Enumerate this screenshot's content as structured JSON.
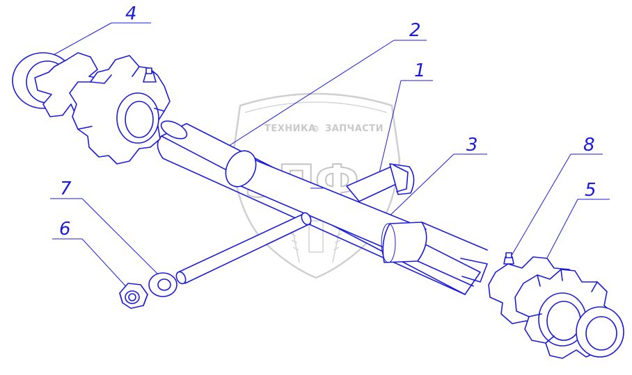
{
  "watermark": {
    "top_text": "ТЕХНИКА",
    "gear_glyph": "⚙",
    "top_text_2": "ЗАПЧАСТИ",
    "logo": "ЭПФ"
  },
  "callouts": {
    "c1": "1",
    "c2": "2",
    "c3": "3",
    "c4": "4",
    "c5": "5",
    "c6": "6",
    "c7": "7",
    "c8": "8"
  },
  "colors": {
    "ink": "#1a1adb",
    "watermark": "#c4c4c4"
  }
}
